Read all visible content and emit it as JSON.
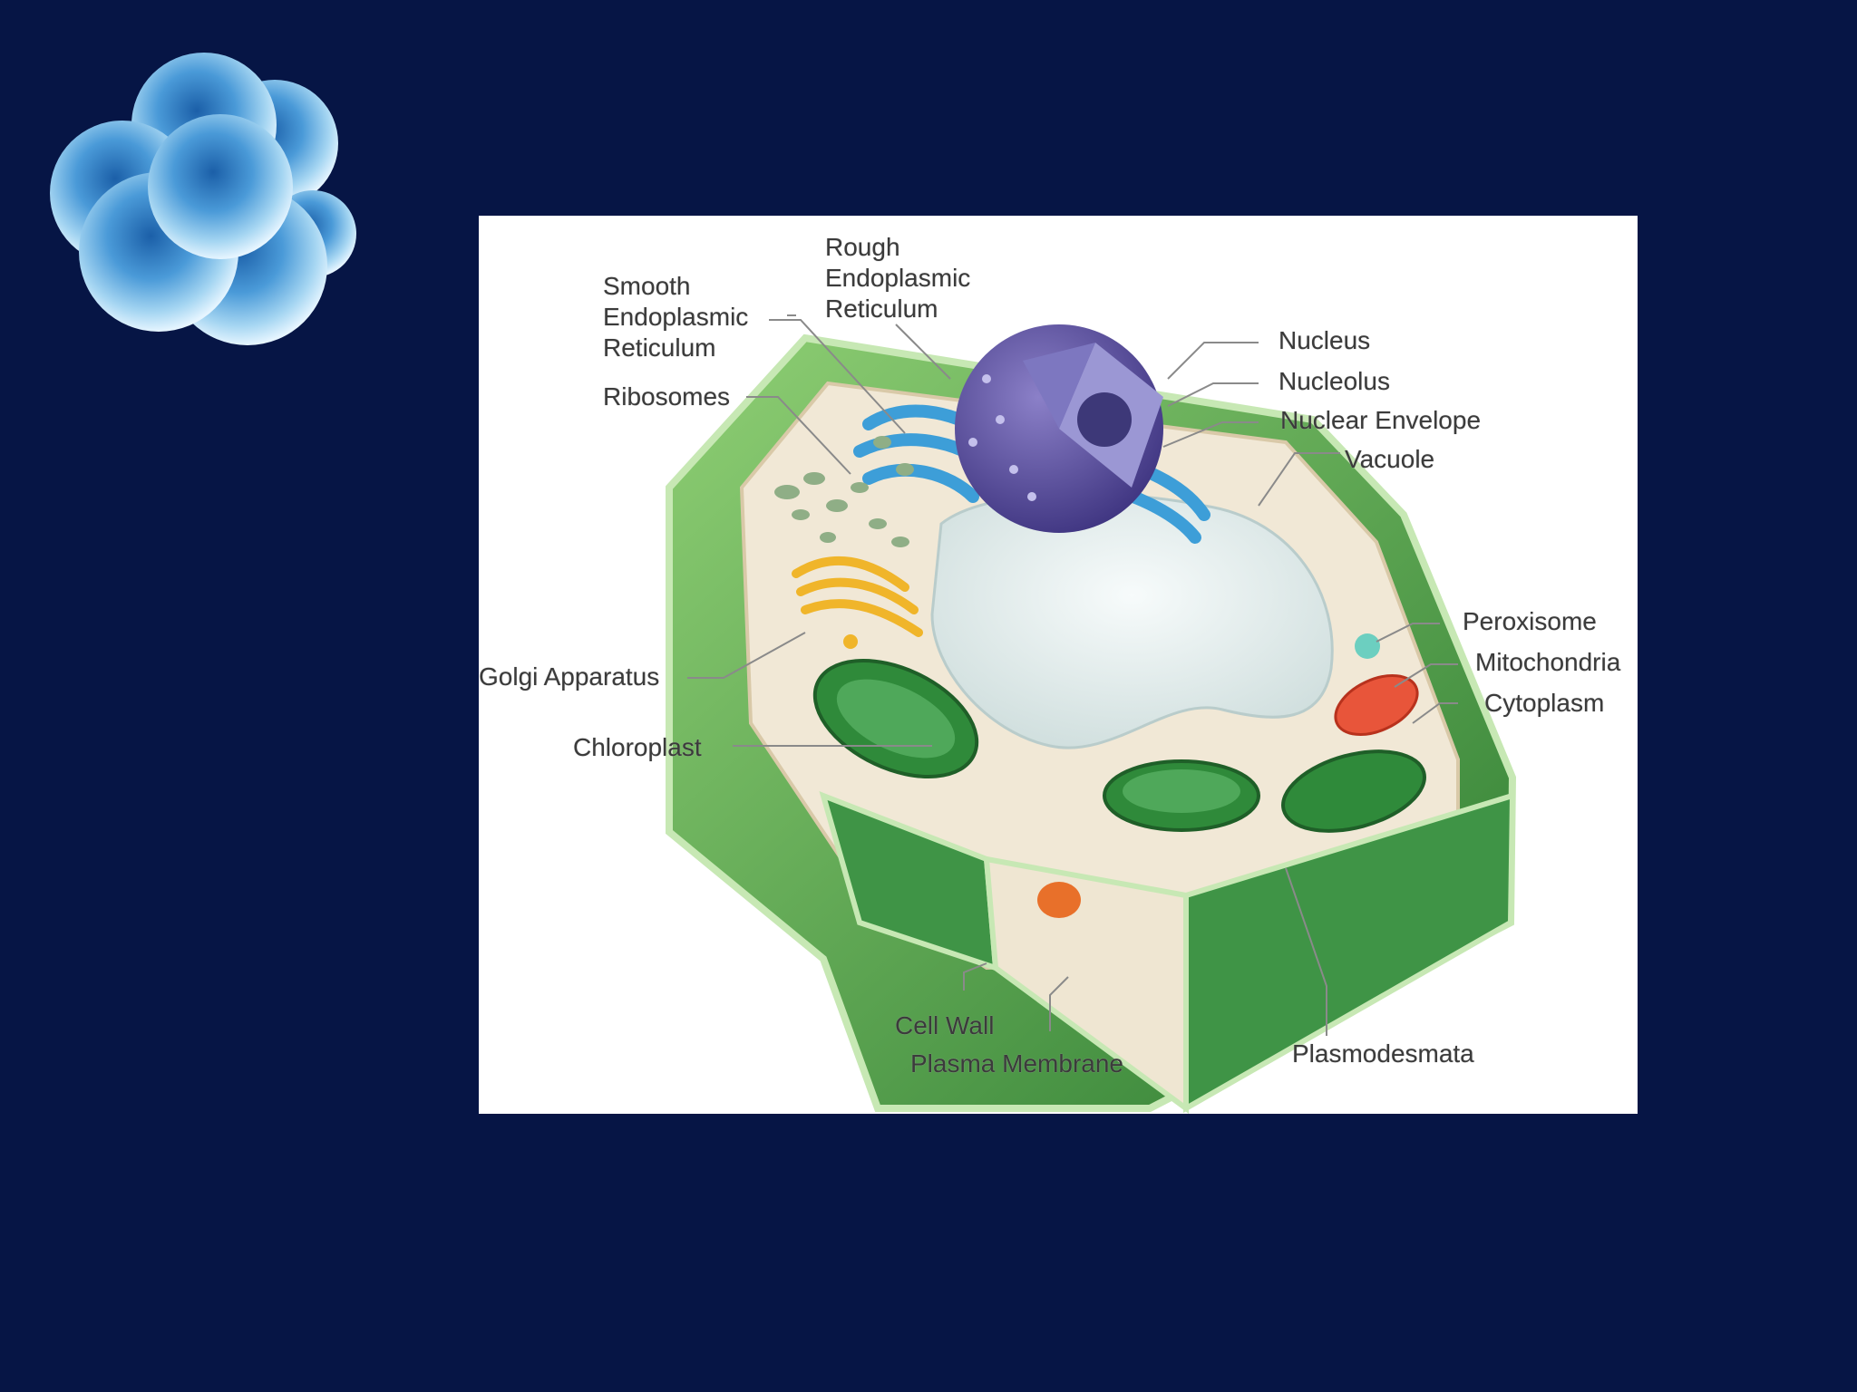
{
  "diagram": {
    "labels": {
      "smooth_er": [
        "Smooth",
        "Endoplasmic",
        "Reticulum"
      ],
      "rough_er": [
        "Rough",
        "Endoplasmic",
        "Reticulum"
      ],
      "ribosomes": "Ribosomes",
      "nucleus": "Nucleus",
      "nucleolus": "Nucleolus",
      "nuclear_envelope": "Nuclear Envelope",
      "vacuole": "Vacuole",
      "peroxisome": "Peroxisome",
      "mitochondria": "Mitochondria",
      "cytoplasm": "Cytoplasm",
      "golgi": "Golgi Apparatus",
      "chloroplast": "Chloroplast",
      "cell_wall": "Cell Wall",
      "plasma_membrane": "Plasma Membrane",
      "plasmodesmata": "Plasmodesmata"
    }
  },
  "colors": {
    "background": "#061545",
    "card": "#ffffff",
    "cell_wall": "#4a9e3f",
    "cytoplasm": "#f1e8d6",
    "vacuole": "#e6eeee",
    "nucleus": "#6a5fa8",
    "rough_er": "#3d9ed8",
    "golgi": "#f0b52a",
    "mitochondria": "#e8553a",
    "chloroplast": "#2f8a3a"
  }
}
